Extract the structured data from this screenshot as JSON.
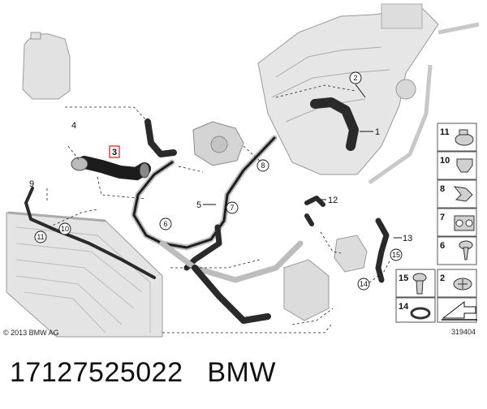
{
  "callouts": {
    "c1": "1",
    "c2": "2",
    "c3": "3",
    "c4": "4",
    "c5": "5",
    "c8": "8",
    "c9": "9",
    "c10": "10",
    "c11": "11",
    "c12": "12",
    "c13": "13",
    "c6": "6",
    "c7": "7",
    "c14": "14",
    "c15": "15"
  },
  "legend": {
    "items": [
      {
        "num": "11",
        "icon": "hose-clamp-icon"
      },
      {
        "num": "10",
        "icon": "spring-clip-icon"
      },
      {
        "num": "8",
        "icon": "bracket-clip-icon"
      },
      {
        "num": "7",
        "icon": "double-clip-icon"
      },
      {
        "num": "6",
        "icon": "screw-icon"
      },
      {
        "num": "15",
        "icon": "bolt-icon"
      },
      {
        "num": "2",
        "icon": "plug-bolt-icon"
      },
      {
        "num": "14",
        "icon": "o-ring-icon"
      }
    ]
  },
  "copyright": "© 2013 BMW AG",
  "diagram_id": "319404",
  "caption": "17127525022   BMW",
  "colors": {
    "line": "#111111",
    "highlight": "#e0414a",
    "part_gray": "#c8c8c8",
    "hose_dark": "#2a2a2a"
  }
}
